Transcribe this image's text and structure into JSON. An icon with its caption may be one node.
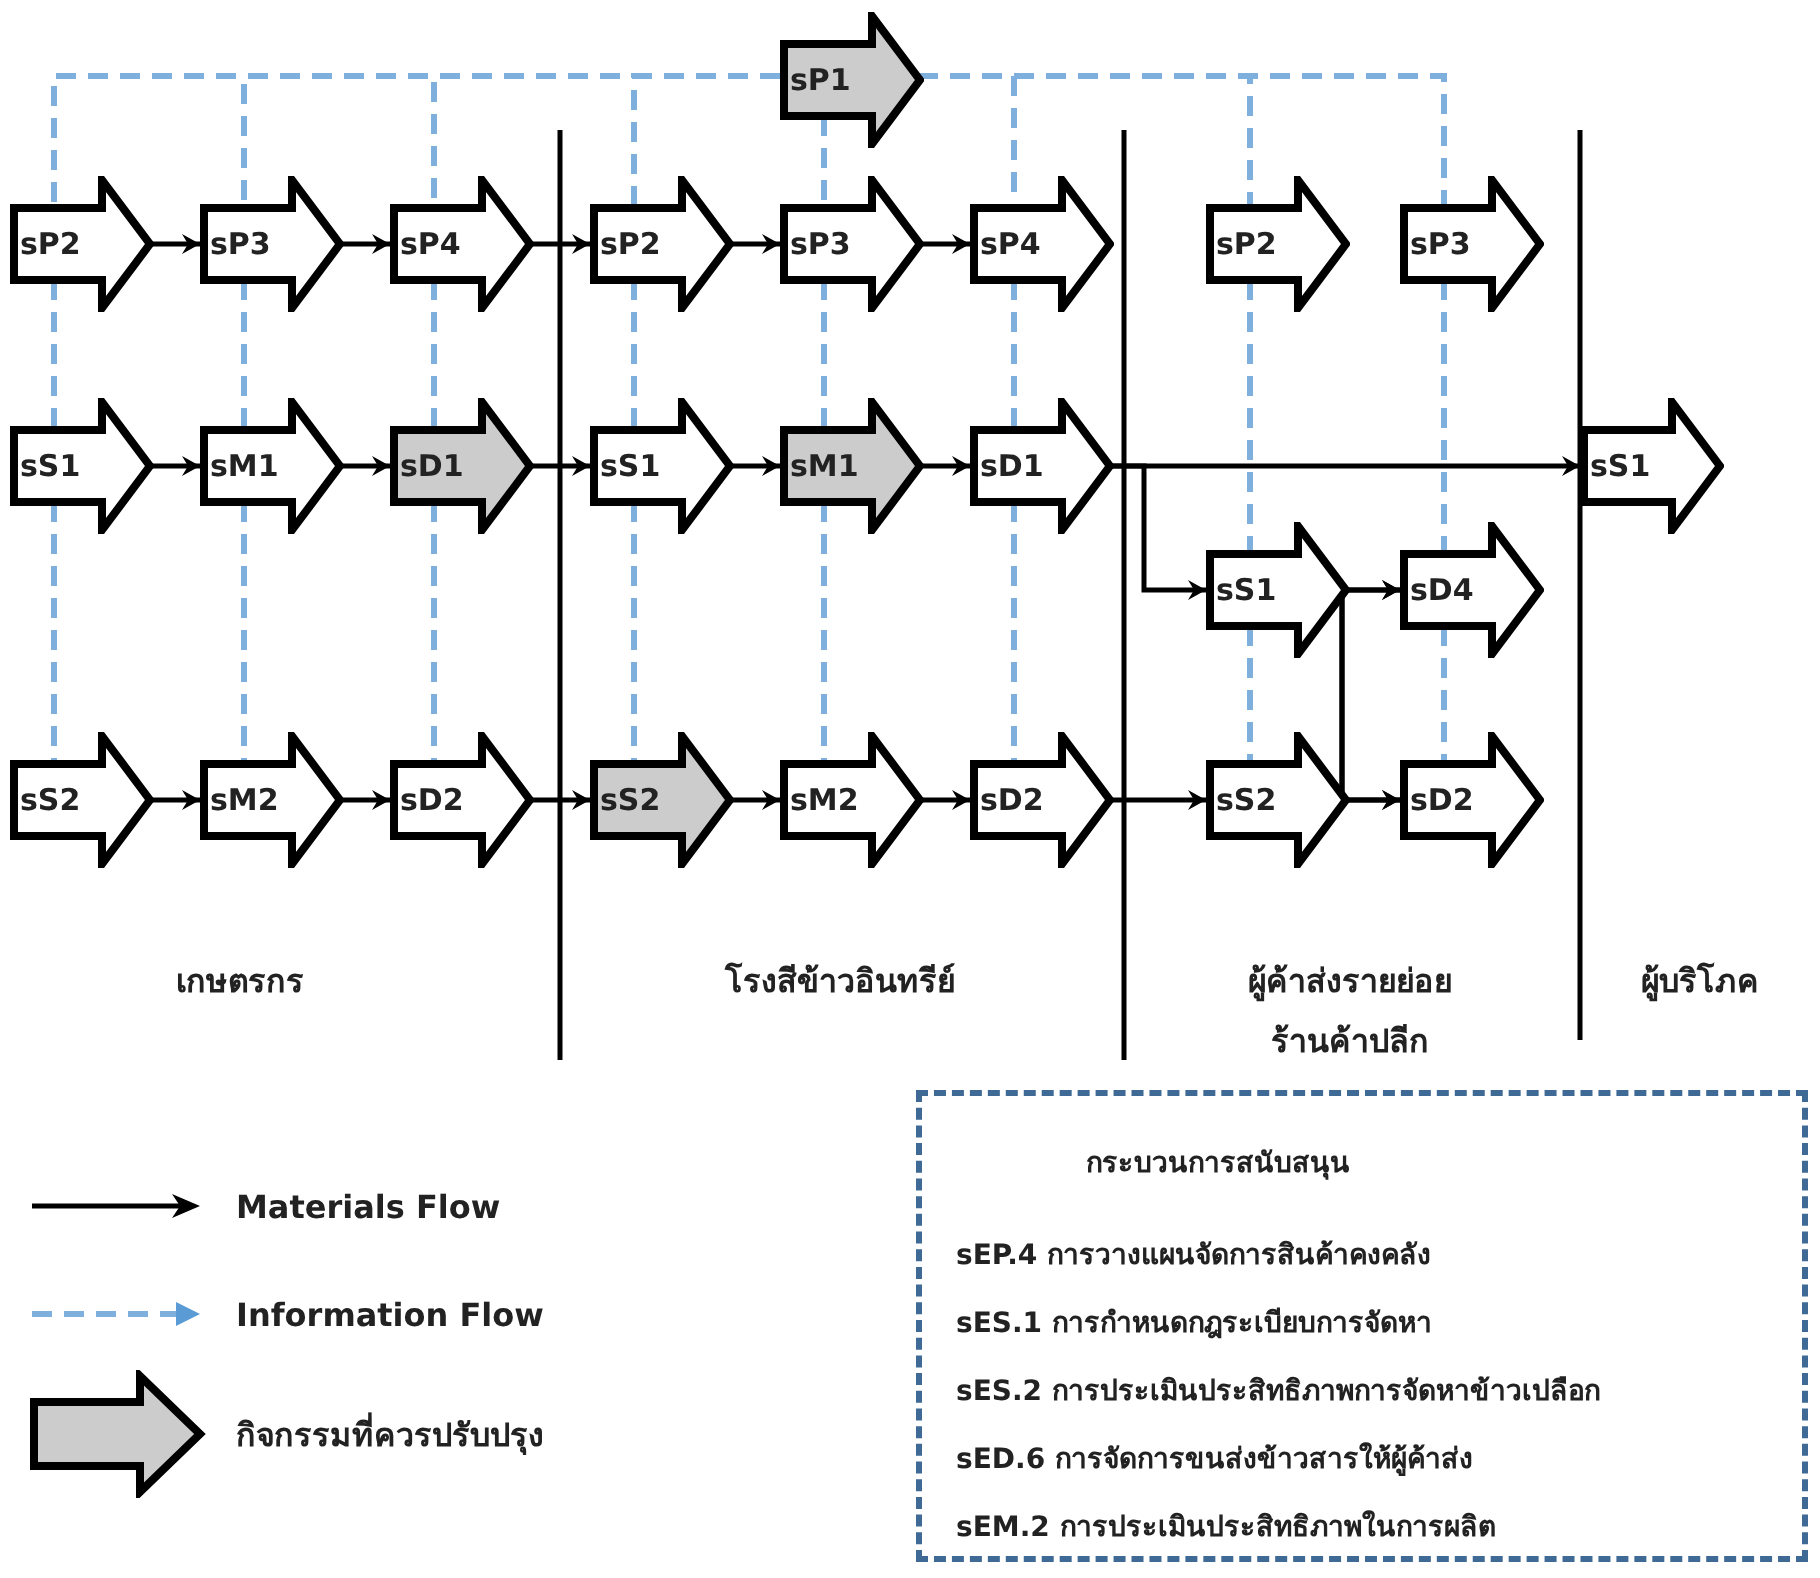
{
  "diagram": {
    "nodes": [
      {
        "text": [
          "sP1"
        ]
      },
      {
        "text": [
          "sP2"
        ]
      },
      {
        "text": [
          "sP3"
        ]
      },
      {
        "text": [
          "sP4"
        ]
      },
      {
        "text": [
          "sP2"
        ]
      },
      {
        "text": [
          "sP3"
        ]
      },
      {
        "text": [
          "sP4"
        ]
      },
      {
        "text": [
          "sP2"
        ]
      },
      {
        "text": [
          "sP3"
        ]
      },
      {
        "text": [
          "sS1"
        ]
      },
      {
        "text": [
          "sM1"
        ]
      },
      {
        "text": [
          "sD1"
        ]
      },
      {
        "text": [
          "sS1"
        ]
      },
      {
        "text": [
          "sM1"
        ]
      },
      {
        "text": [
          "sD1"
        ]
      },
      {
        "text": [
          "sS1"
        ]
      },
      {
        "text": [
          "sS1"
        ]
      },
      {
        "text": [
          "sD4"
        ]
      },
      {
        "text": [
          "sS2"
        ]
      },
      {
        "text": [
          "sM2"
        ]
      },
      {
        "text": [
          "sD2"
        ]
      },
      {
        "text": [
          "sS2"
        ]
      },
      {
        "text": [
          "sM2"
        ]
      },
      {
        "text": [
          "sD2"
        ]
      },
      {
        "text": [
          "sS2"
        ]
      },
      {
        "text": [
          "sD2"
        ]
      },
      {
        "text": [
          "กระบวนการสนับสนุน",
          "sEP.4 การวางแผนจัดการสินค้าคงคลัง",
          "sES.1 การกำหนดกฎระเบียบการจัดหา",
          "sES.2 การประเมินประสิทธิภาพการจัดหาข้าวเปลือก",
          "sED.6 การจัดการขนส่งข้าวสารให้ผู้ค้าส่ง",
          "sEM.2 การประเมินประสิทธิภาพในการผลิต"
        ]
      }
    ],
    "edges": [
      {
        "from": 1,
        "to": 2,
        "arrow": "to",
        "color": "#000000"
      },
      {
        "from": 2,
        "to": 3,
        "arrow": "to",
        "color": "#000000"
      },
      {
        "from": 3,
        "to": 4,
        "arrow": "to",
        "color": "#000000"
      },
      {
        "from": 4,
        "to": 5,
        "arrow": "to",
        "color": "#000000"
      },
      {
        "from": 5,
        "to": 6,
        "arrow": "to",
        "color": "#000000"
      },
      {
        "from": 9,
        "to": 10,
        "arrow": "to",
        "color": "#000000"
      },
      {
        "from": 10,
        "to": 11,
        "arrow": "to",
        "color": "#000000"
      },
      {
        "from": 11,
        "to": 12,
        "arrow": "to",
        "color": "#000000"
      },
      {
        "from": 12,
        "to": 13,
        "arrow": "to",
        "color": "#000000"
      },
      {
        "from": 13,
        "to": 14,
        "arrow": "to",
        "color": "#000000"
      },
      {
        "from": 14,
        "to": 15,
        "arrow": "to",
        "color": "#000000"
      },
      {
        "from": 14,
        "to": 16,
        "arrow": "to",
        "color": "#000000"
      },
      {
        "from": 16,
        "to": 17,
        "arrow": "to",
        "color": "#000000"
      },
      {
        "from": 16,
        "to": 25,
        "arrow": "to",
        "color": "#000000"
      },
      {
        "from": 18,
        "to": 19,
        "arrow": "to",
        "color": "#000000"
      },
      {
        "from": 19,
        "to": 20,
        "arrow": "to",
        "color": "#000000"
      },
      {
        "from": 20,
        "to": 21,
        "arrow": "to",
        "color": "#000000"
      },
      {
        "from": 21,
        "to": 22,
        "arrow": "to",
        "color": "#000000"
      },
      {
        "from": 22,
        "to": 23,
        "arrow": "to",
        "color": "#000000"
      },
      {
        "from": 23,
        "to": 24,
        "arrow": "to",
        "color": "#000000"
      },
      {
        "from": 24,
        "to": 17,
        "arrow": "to",
        "color": "#000000"
      },
      {
        "from": 24,
        "to": 25,
        "arrow": "to",
        "color": "#000000"
      },
      {
        "from": 0,
        "to": 1,
        "arrow": "none",
        "style": "dashed",
        "color": "#7fb0dd"
      },
      {
        "from": 0,
        "to": 2,
        "arrow": "none",
        "style": "dashed",
        "color": "#7fb0dd"
      },
      {
        "from": 0,
        "to": 3,
        "arrow": "none",
        "style": "dashed",
        "color": "#7fb0dd"
      },
      {
        "from": 0,
        "to": 4,
        "arrow": "none",
        "style": "dashed",
        "color": "#7fb0dd"
      },
      {
        "from": 0,
        "to": 5,
        "arrow": "none",
        "style": "dashed",
        "color": "#7fb0dd"
      },
      {
        "from": 0,
        "to": 6,
        "arrow": "none",
        "style": "dashed",
        "color": "#7fb0dd"
      },
      {
        "from": 0,
        "to": 7,
        "arrow": "none",
        "style": "dashed",
        "color": "#7fb0dd"
      },
      {
        "from": 0,
        "to": 8,
        "arrow": "none",
        "style": "dashed",
        "color": "#7fb0dd"
      },
      {
        "from": 1,
        "to": 9,
        "arrow": "none",
        "style": "dashed",
        "color": "#7fb0dd"
      },
      {
        "from": 2,
        "to": 10,
        "arrow": "none",
        "style": "dashed",
        "color": "#7fb0dd"
      },
      {
        "from": 3,
        "to": 11,
        "arrow": "none",
        "style": "dashed",
        "color": "#7fb0dd"
      },
      {
        "from": 4,
        "to": 12,
        "arrow": "none",
        "style": "dashed",
        "color": "#7fb0dd"
      },
      {
        "from": 5,
        "to": 13,
        "arrow": "none",
        "style": "dashed",
        "color": "#7fb0dd"
      },
      {
        "from": 6,
        "to": 14,
        "arrow": "none",
        "style": "dashed",
        "color": "#7fb0dd"
      },
      {
        "from": 7,
        "to": 16,
        "arrow": "none",
        "style": "dashed",
        "color": "#7fb0dd"
      },
      {
        "from": 8,
        "to": 17,
        "arrow": "none",
        "style": "dashed",
        "color": "#7fb0dd"
      },
      {
        "from": 9,
        "to": 18,
        "arrow": "none",
        "style": "dashed",
        "color": "#7fb0dd"
      },
      {
        "from": 10,
        "to": 19,
        "arrow": "none",
        "style": "dashed",
        "color": "#7fb0dd"
      },
      {
        "from": 11,
        "to": 20,
        "arrow": "none",
        "style": "dashed",
        "color": "#7fb0dd"
      },
      {
        "from": 12,
        "to": 21,
        "arrow": "none",
        "style": "dashed",
        "color": "#7fb0dd"
      },
      {
        "from": 13,
        "to": 22,
        "arrow": "none",
        "style": "dashed",
        "color": "#7fb0dd"
      },
      {
        "from": 14,
        "to": 23,
        "arrow": "none",
        "style": "dashed",
        "color": "#7fb0dd"
      },
      {
        "from": 16,
        "to": 24,
        "arrow": "none",
        "style": "dashed",
        "color": "#7fb0dd"
      },
      {
        "from": 17,
        "to": 25,
        "arrow": "none",
        "style": "dashed",
        "color": "#7fb0dd"
      }
    ],
    "labels": [
      "เกษตรกร",
      "โรงสีข้าวอินทรีย์",
      "ผู้ค้าส่งรายย่อย ร้านค้าปลีก",
      "ผู้บริโภค"
    ],
    "legend": [
      {
        "text": "Materials Flow"
      },
      {
        "text": "Information Flow"
      },
      {
        "text": "กิจกรรมที่ควรปรับปรุง",
        "color": "#cccccc"
      }
    ]
  }
}
